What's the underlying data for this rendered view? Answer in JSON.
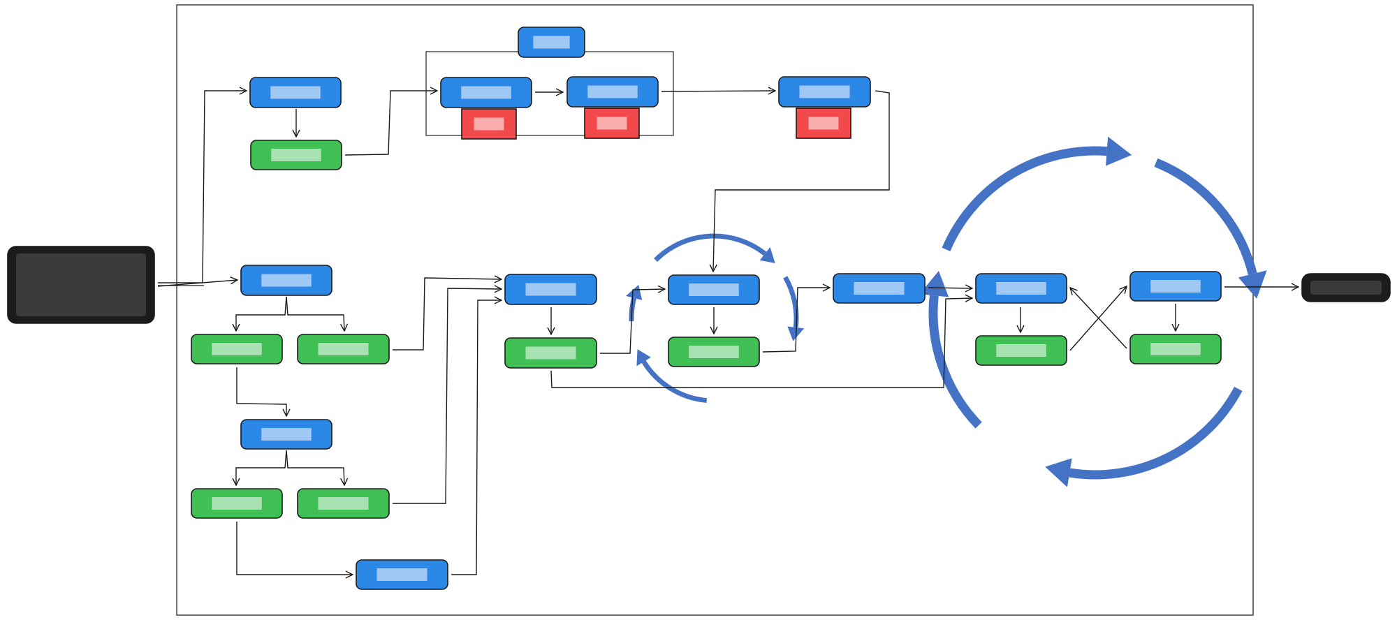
{
  "colors": {
    "process": "#2b88e6",
    "output": "#40bf55",
    "alert": "#f24a4a",
    "terminal": "#1c1c1c",
    "cycle": "#4472c4",
    "line": "#1a1a1a",
    "frame": "#333333"
  },
  "nodes": [
    {
      "id": "input-terminal",
      "kind": "terminal",
      "label": ""
    },
    {
      "id": "process-a1",
      "kind": "process",
      "label": ""
    },
    {
      "id": "output-a1",
      "kind": "output",
      "label": ""
    },
    {
      "id": "group-header",
      "kind": "process",
      "label": ""
    },
    {
      "id": "process-g1",
      "kind": "process",
      "label": ""
    },
    {
      "id": "alert-g1",
      "kind": "alert",
      "label": ""
    },
    {
      "id": "process-g2",
      "kind": "process",
      "label": ""
    },
    {
      "id": "alert-g2",
      "kind": "alert",
      "label": ""
    },
    {
      "id": "process-a2",
      "kind": "process",
      "label": ""
    },
    {
      "id": "alert-a2",
      "kind": "alert",
      "label": ""
    },
    {
      "id": "process-b1",
      "kind": "process",
      "label": ""
    },
    {
      "id": "output-b1",
      "kind": "output",
      "label": ""
    },
    {
      "id": "output-b2",
      "kind": "output",
      "label": ""
    },
    {
      "id": "process-b2",
      "kind": "process",
      "label": ""
    },
    {
      "id": "output-b3",
      "kind": "output",
      "label": ""
    },
    {
      "id": "output-b4",
      "kind": "output",
      "label": ""
    },
    {
      "id": "process-b3",
      "kind": "process",
      "label": ""
    },
    {
      "id": "process-c1",
      "kind": "process",
      "label": ""
    },
    {
      "id": "output-c1",
      "kind": "output",
      "label": ""
    },
    {
      "id": "process-d1",
      "kind": "process",
      "label": ""
    },
    {
      "id": "output-d1",
      "kind": "output",
      "label": ""
    },
    {
      "id": "process-e1",
      "kind": "process",
      "label": ""
    },
    {
      "id": "process-f1",
      "kind": "process",
      "label": ""
    },
    {
      "id": "output-f1",
      "kind": "output",
      "label": ""
    },
    {
      "id": "process-f2",
      "kind": "process",
      "label": ""
    },
    {
      "id": "output-f2",
      "kind": "output",
      "label": ""
    },
    {
      "id": "output-terminal",
      "kind": "terminal",
      "label": ""
    }
  ],
  "edges": [
    {
      "from": "input-terminal",
      "to": "process-a1"
    },
    {
      "from": "input-terminal",
      "to": "process-b1"
    },
    {
      "from": "process-a1",
      "to": "output-a1"
    },
    {
      "from": "output-a1",
      "to": "process-g1"
    },
    {
      "from": "process-g1",
      "to": "process-g2"
    },
    {
      "from": "process-g2",
      "to": "process-a2"
    },
    {
      "from": "process-a2",
      "to": "process-d1"
    },
    {
      "from": "process-b1",
      "to": "output-b1"
    },
    {
      "from": "process-b1",
      "to": "output-b2"
    },
    {
      "from": "output-b1",
      "to": "process-b2"
    },
    {
      "from": "output-b2",
      "to": "process-c1"
    },
    {
      "from": "process-b2",
      "to": "output-b3"
    },
    {
      "from": "process-b2",
      "to": "output-b4"
    },
    {
      "from": "output-b4",
      "to": "process-c1"
    },
    {
      "from": "output-b3",
      "to": "process-b3"
    },
    {
      "from": "process-b3",
      "to": "process-c1"
    },
    {
      "from": "process-c1",
      "to": "output-c1"
    },
    {
      "from": "output-c1",
      "to": "process-d1"
    },
    {
      "from": "output-c1",
      "to": "process-f1"
    },
    {
      "from": "process-d1",
      "to": "output-d1"
    },
    {
      "from": "output-d1",
      "to": "process-e1"
    },
    {
      "from": "process-e1",
      "to": "process-f1"
    },
    {
      "from": "process-f1",
      "to": "output-f1"
    },
    {
      "from": "output-f1",
      "to": "process-f2"
    },
    {
      "from": "output-f2",
      "to": "process-f1"
    },
    {
      "from": "process-f2",
      "to": "output-f2"
    },
    {
      "from": "process-f2",
      "to": "output-terminal"
    }
  ],
  "cycles": [
    {
      "id": "small-cycle",
      "around": [
        "process-d1",
        "output-d1"
      ],
      "direction": "clockwise"
    },
    {
      "id": "large-cycle",
      "around": [
        "process-f1",
        "output-f1",
        "process-f2",
        "output-f2"
      ],
      "direction": "clockwise"
    }
  ]
}
